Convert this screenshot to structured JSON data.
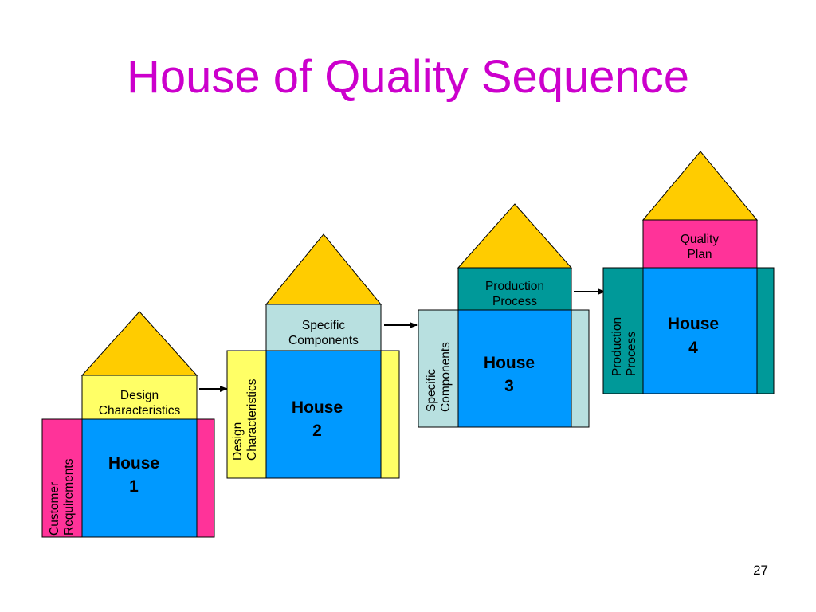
{
  "slide": {
    "title": "House of Quality Sequence",
    "page_number": "27"
  },
  "colors": {
    "title": "#cc00cc",
    "roof": "#ffcc00",
    "house_body": "#0099ff",
    "customer_requirements": "#ff3399",
    "design_characteristics": "#ffff66",
    "specific_components": "#b8e0e0",
    "production_process": "#009999",
    "quality_plan": "#ff3399"
  },
  "houses": [
    {
      "name": "House",
      "number": "1",
      "left_label": [
        "Customer",
        "Requirements"
      ],
      "top_label": [
        "Design",
        "Characteristics"
      ]
    },
    {
      "name": "House",
      "number": "2",
      "left_label": [
        "Design",
        "Characteristics"
      ],
      "top_label": [
        "Specific",
        "Components"
      ]
    },
    {
      "name": "House",
      "number": "3",
      "left_label": [
        "Specific",
        "Components"
      ],
      "top_label": [
        "Production",
        "Process"
      ]
    },
    {
      "name": "House",
      "number": "4",
      "left_label": [
        "Production",
        "Process"
      ],
      "top_label": [
        "Quality",
        "Plan"
      ]
    }
  ]
}
